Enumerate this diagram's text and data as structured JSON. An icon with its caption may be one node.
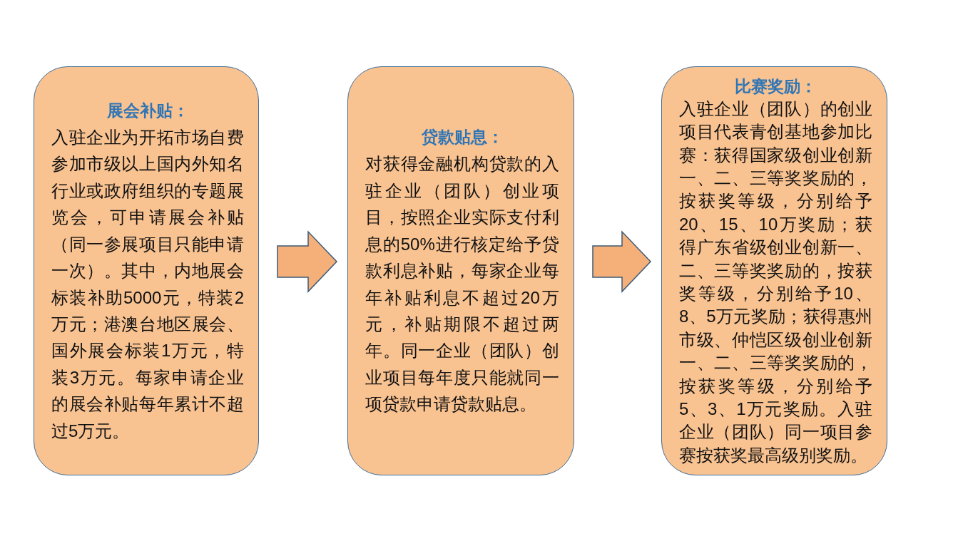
{
  "diagram": {
    "nodes": [
      {
        "text": [
          "展会补贴：",
          "入驻企业为开拓市场自费参加市级以上国内外知名行业或政府组织的专题展览会，可申请展会补贴（同一参展项目只能申请一次）。其中，内地展会标装补助5000元，特装2万元；港澳台地区展会、国外展会标装1万元，特装3万元。每家申请企业的展会补贴每年累计不超过5万元。"
        ]
      },
      {
        "text": [
          "贷款贴息：",
          "对获得金融机构贷款的入驻企业（团队）创业项目，按照企业实际支付利息的50%进行核定给予贷款利息补贴，每家企业每年补贴利息不超过20万元，补贴期限不超过两年。同一企业（团队）创业项目每年度只能就同一项贷款申请贷款贴息。"
        ]
      },
      {
        "text": [
          "比赛奖励：",
          "入驻企业（团队）的创业项目代表青创基地参加比赛：获得国家级创业创新一、二、三等奖奖励的，按获奖等级，分别给予20、15、10万奖励；获得广东省级创业创新一、二、三等奖奖励的，按获奖等级，分别给予10、8、5万元奖励；获得惠州市级、仲恺区级创业创新一、二、三等奖奖励的，按获奖等级，分别给予5、3、1万元奖励。入驻企业（团队）同一项目参赛按获奖最高级别奖励。"
        ]
      }
    ],
    "edges": [
      {
        "from": 0,
        "to": 1,
        "arrow": "to"
      },
      {
        "from": 1,
        "to": 2,
        "arrow": "to"
      }
    ]
  }
}
